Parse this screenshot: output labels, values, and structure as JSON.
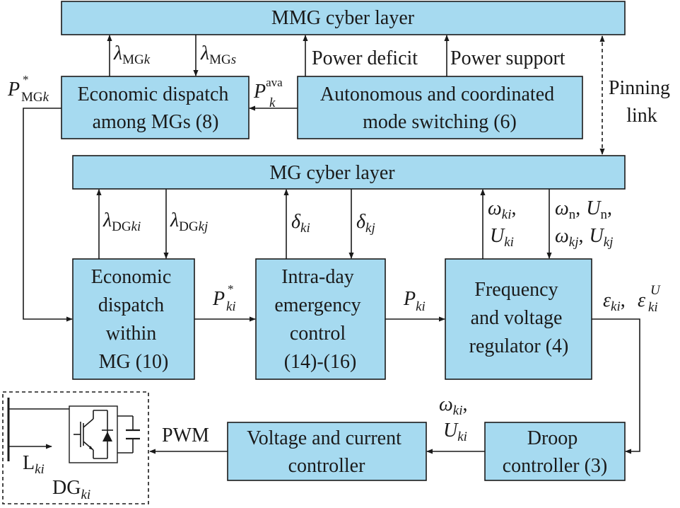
{
  "layers": {
    "mmg_cyber_layer": "MMG cyber layer",
    "mg_cyber_layer": "MG cyber layer"
  },
  "blocks": {
    "economic_dispatch_among": [
      "Economic dispatch",
      "among MGs (8)"
    ],
    "autonomous_mode_switching": [
      "Autonomous and coordinated",
      "mode switching (6)"
    ],
    "economic_dispatch_within": [
      "Economic",
      "dispatch",
      "within",
      "MG (10)"
    ],
    "intraday_emergency": [
      "Intra-day",
      "emergency",
      "control",
      "(14)-(16)"
    ],
    "freq_voltage_regulator": [
      "Frequency",
      "and voltage",
      "regulator (4)"
    ],
    "droop_controller": [
      "Droop",
      "controller (3)"
    ],
    "voltage_current_controller": [
      "Voltage and current",
      "controller"
    ]
  },
  "labels": {
    "power_deficit": "Power deficit",
    "power_support": "Power support",
    "pinning_link": [
      "Pinning",
      "link"
    ],
    "pwm": "PWM"
  },
  "symbols": {
    "lambda": "λ",
    "delta": "δ",
    "omega": "ω",
    "epsilon": "ε",
    "P": "P",
    "U": "U",
    "L": "L",
    "DG": "DG",
    "star": "*",
    "ava": "ava",
    "comma": ",",
    "sub_MG": "MG",
    "sub_DG": "DG",
    "sub_k": "k",
    "sub_s": "s",
    "sub_ki": "ki",
    "sub_kj": "kj",
    "sub_n": "n"
  }
}
